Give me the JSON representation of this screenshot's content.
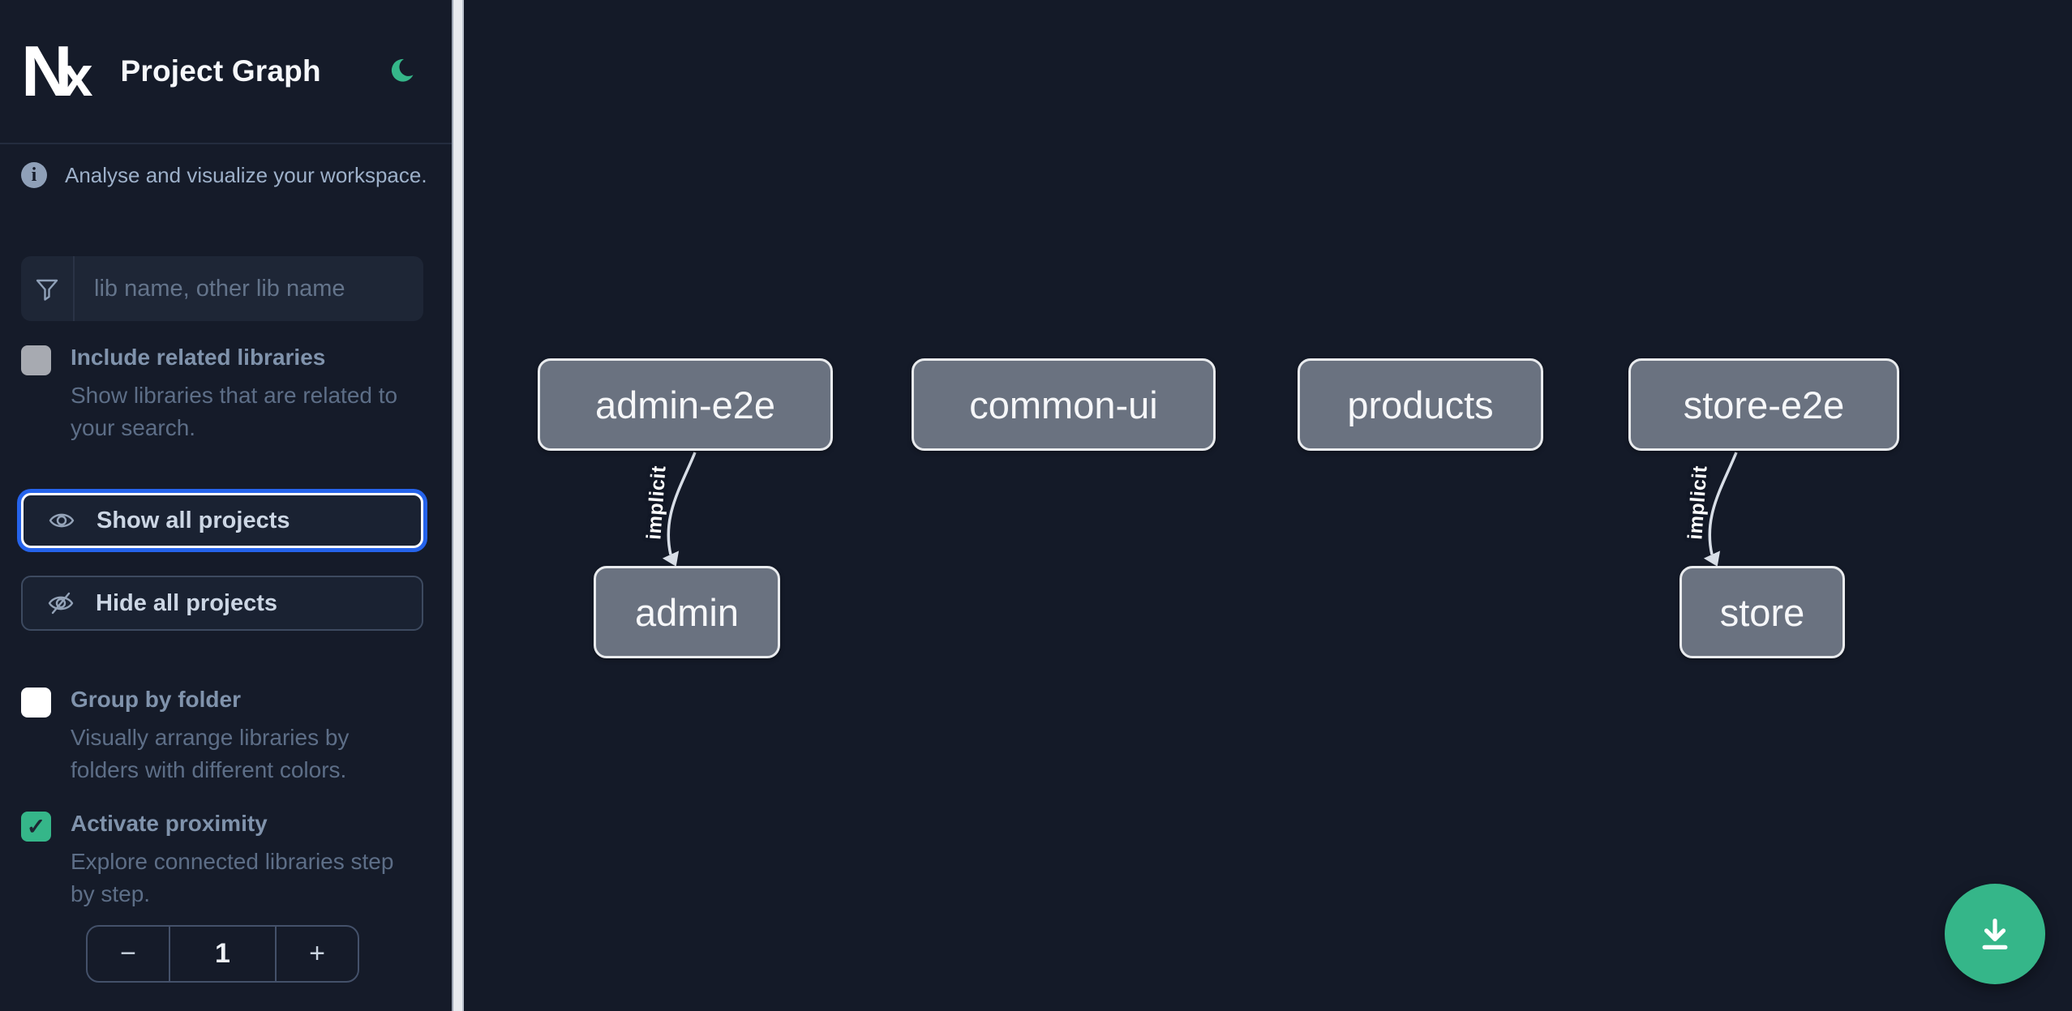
{
  "header": {
    "logo_text_n": "N",
    "logo_text_x": "x",
    "title": "Project Graph",
    "theme_icon": "moon-icon"
  },
  "sidebar": {
    "info_text": "Analyse and visualize your workspace.",
    "search": {
      "placeholder": "lib name, other lib name",
      "value": ""
    },
    "checkboxes": [
      {
        "id": "include-related-libraries",
        "label": "Include related libraries",
        "description": "Show libraries that are related to your search.",
        "checked": false,
        "disabled": true
      },
      {
        "id": "group-by-folder",
        "label": "Group by folder",
        "description": "Visually arrange libraries by folders with different colors.",
        "checked": false,
        "disabled": false
      },
      {
        "id": "activate-proximity",
        "label": "Activate proximity",
        "description": "Explore connected libraries step by step.",
        "checked": true,
        "disabled": false,
        "checkmark": "✓"
      }
    ],
    "buttons": [
      {
        "id": "show-all-projects",
        "label": "Show all projects",
        "icon": "eye-icon",
        "focused": true
      },
      {
        "id": "hide-all-projects",
        "label": "Hide all projects",
        "icon": "eye-slash-icon",
        "focused": false
      }
    ],
    "stepper": {
      "decrement": "−",
      "value": "1",
      "increment": "+"
    }
  },
  "graph": {
    "nodes": [
      {
        "id": "admin-e2e",
        "label": "admin-e2e"
      },
      {
        "id": "common-ui",
        "label": "common-ui"
      },
      {
        "id": "products",
        "label": "products"
      },
      {
        "id": "store-e2e",
        "label": "store-e2e"
      },
      {
        "id": "admin",
        "label": "admin"
      },
      {
        "id": "store",
        "label": "store"
      }
    ],
    "edges": [
      {
        "source": "admin-e2e",
        "target": "admin",
        "label": "implicit"
      },
      {
        "source": "store-e2e",
        "target": "store",
        "label": "implicit"
      }
    ]
  },
  "fab": {
    "icon": "download-icon"
  },
  "colors": {
    "accent_green": "#35b689",
    "focus_blue": "#2563eb",
    "node_fill": "#6a7280",
    "node_border": "#e9ebee",
    "edge_color": "#d8dee7",
    "sidebar_bg": "#151b29",
    "canvas_bg": "#141a28"
  }
}
